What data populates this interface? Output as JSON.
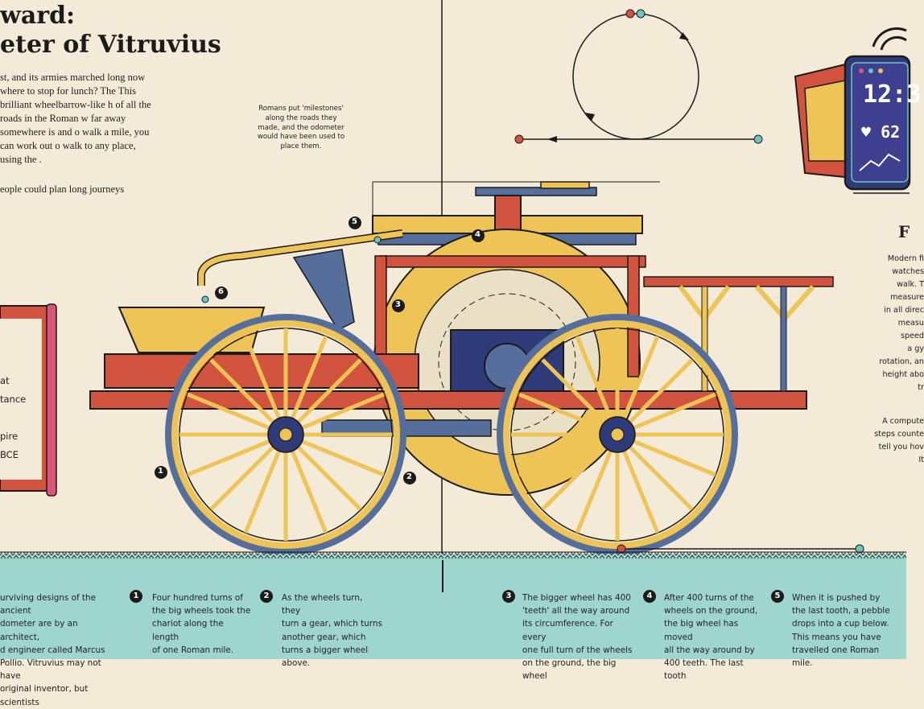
{
  "heading": {
    "title": "ward:\neter of Vitruvius"
  },
  "intro": {
    "p1": "st, and its armies marched long now where to stop for lunch? The This brilliant wheelbarrow-like h of all the roads in the Roman w far away somewhere is and o walk a mile, you can work out o walk to any place, using the .",
    "p2": "eople could plan long journeys"
  },
  "callout": "Romans put 'milestones' along the roads they made, and the odometer would have been used to place them.",
  "diagram_numbers": [
    "1",
    "2",
    "3",
    "4",
    "5",
    "6"
  ],
  "sign": "at\ntance\n\npire\nBCE",
  "right_panel": {
    "heading": "F",
    "body": "Modern fi\nwatches\nwalk. T\nmeasure\nin all direc\nmeasu\nspeed\na gy\nrotation, an\nheight abo\ntr",
    "body2": "A compute\nsteps counte\ntell you hov\nIt",
    "watch": {
      "time": "12:3",
      "heart": "62"
    }
  },
  "footer": {
    "intro": "urviving designs of the ancient\ndometer are by an architect,\nd engineer called Marcus\nPollio. Vitruvius may not have\noriginal inventor, but scientists",
    "steps": [
      {
        "n": "1",
        "text": "Four hundred turns of\nthe big wheels took the\nchariot along the length\nof one Roman mile."
      },
      {
        "n": "2",
        "text": "As the wheels turn, they\nturn a gear, which turns\nanother gear, which\nturns a bigger wheel\nabove."
      },
      {
        "n": "3",
        "text": "The bigger wheel has 400\n'teeth' all the way around\nits circumference. For every\none full turn of the wheels\non the ground, the big wheel"
      },
      {
        "n": "4",
        "text": "After 400 turns of the\nwheels on the ground,\nthe big wheel has moved\nall the way around by\n400 teeth. The last tooth"
      },
      {
        "n": "5",
        "text": "When it is pushed by\nthe last tooth, a pebble\ndrops into a cup below.\nThis means you have\ntravelled one Roman mile."
      }
    ]
  },
  "colors": {
    "paper": "#f3ead8",
    "teal": "#9fd5cf",
    "yellow": "#efc456",
    "red": "#d2543f",
    "navy": "#2f3a78",
    "blue": "#566e9c",
    "ink": "#1b1b1b",
    "pink": "#d9557a"
  }
}
